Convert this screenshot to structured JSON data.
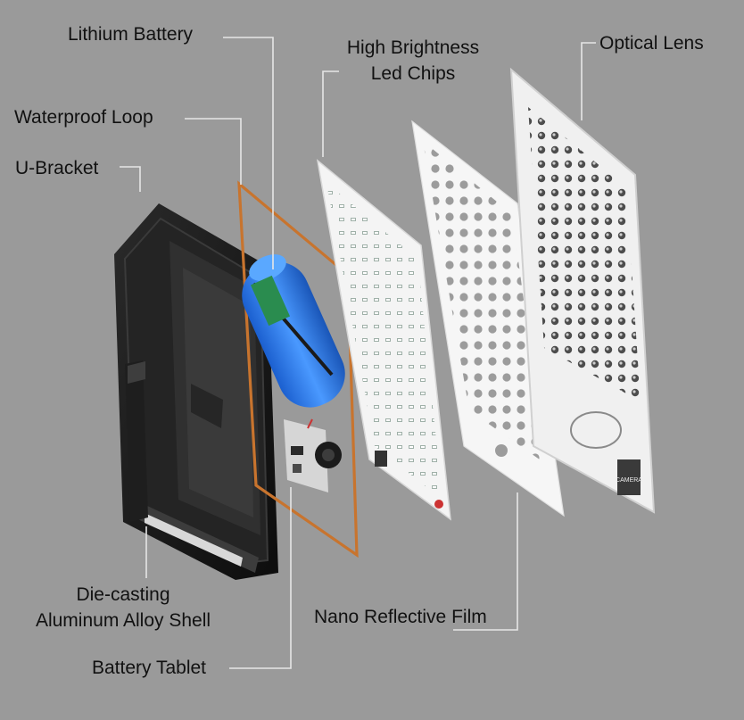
{
  "labels": {
    "lithium_battery": "Lithium Battery",
    "led_chips_line1": "High Brightness",
    "led_chips_line2": "Led Chips",
    "optical_lens": "Optical Lens",
    "waterproof_loop": "Waterproof Loop",
    "u_bracket": "U-Bracket",
    "shell_line1": "Die-casting",
    "shell_line2": "Aluminum Alloy Shell",
    "nano_reflective_film": "Nano Reflective Film",
    "battery_tablet": "Battery Tablet"
  },
  "colors": {
    "background": "#9a9a9a",
    "leader_lines": "#e6e6e6",
    "housing": "#1c1c1c",
    "gasket": "#c8742e",
    "battery": "#2a78e0",
    "panels": "#f4f4f4"
  }
}
